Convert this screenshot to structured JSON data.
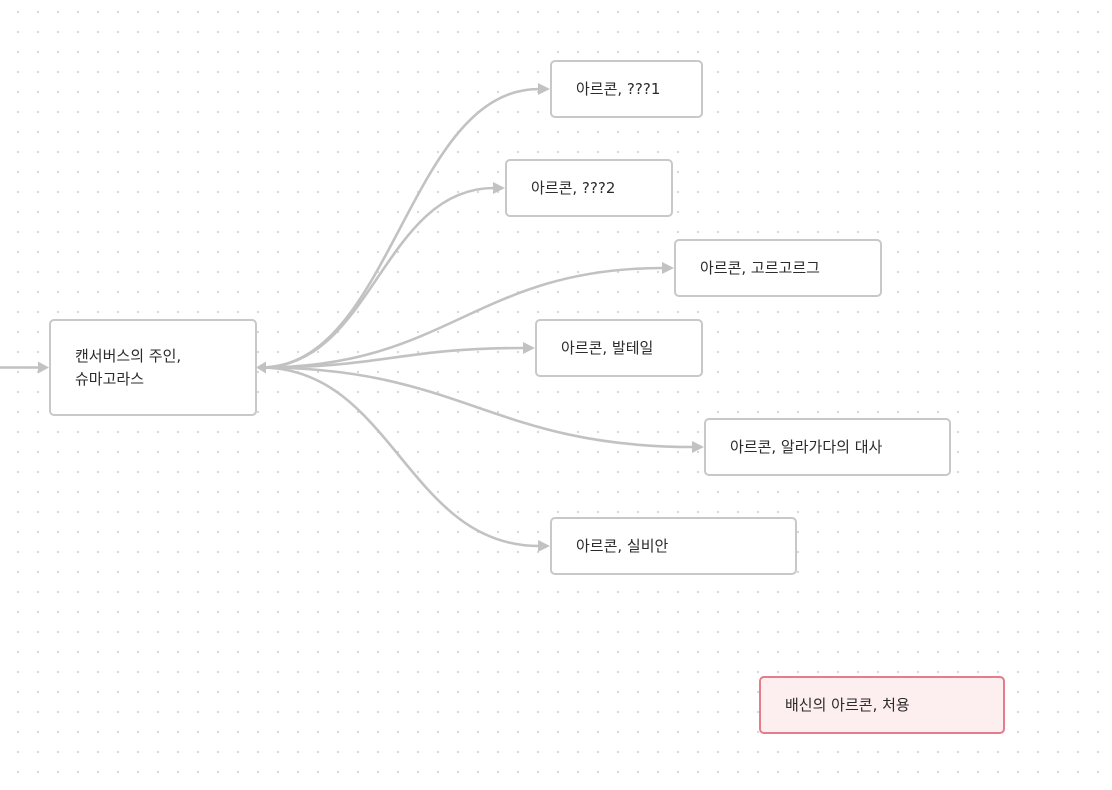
{
  "diagram": {
    "root": {
      "id": "root",
      "label": "캔서버스의 주인,\n슈마고라스"
    },
    "children": [
      {
        "id": "archon-1",
        "label": "아르콘, ???1"
      },
      {
        "id": "archon-2",
        "label": "아르콘, ???2"
      },
      {
        "id": "archon-gorgogorg",
        "label": "아르콘, 고르고르그"
      },
      {
        "id": "archon-valteil",
        "label": "아르콘, 발테일"
      },
      {
        "id": "archon-alagada",
        "label": "아르콘, 알라가다의 대사"
      },
      {
        "id": "archon-silvian",
        "label": "아르콘, 실비안"
      }
    ],
    "standalone": {
      "id": "traitor-archon",
      "label": "배신의 아르콘, 처용"
    },
    "colors": {
      "edge": "#c2c2c2",
      "node_border": "#c8c8c8",
      "highlight_fill": "#fdeef0",
      "highlight_border": "#e47c8a"
    }
  }
}
